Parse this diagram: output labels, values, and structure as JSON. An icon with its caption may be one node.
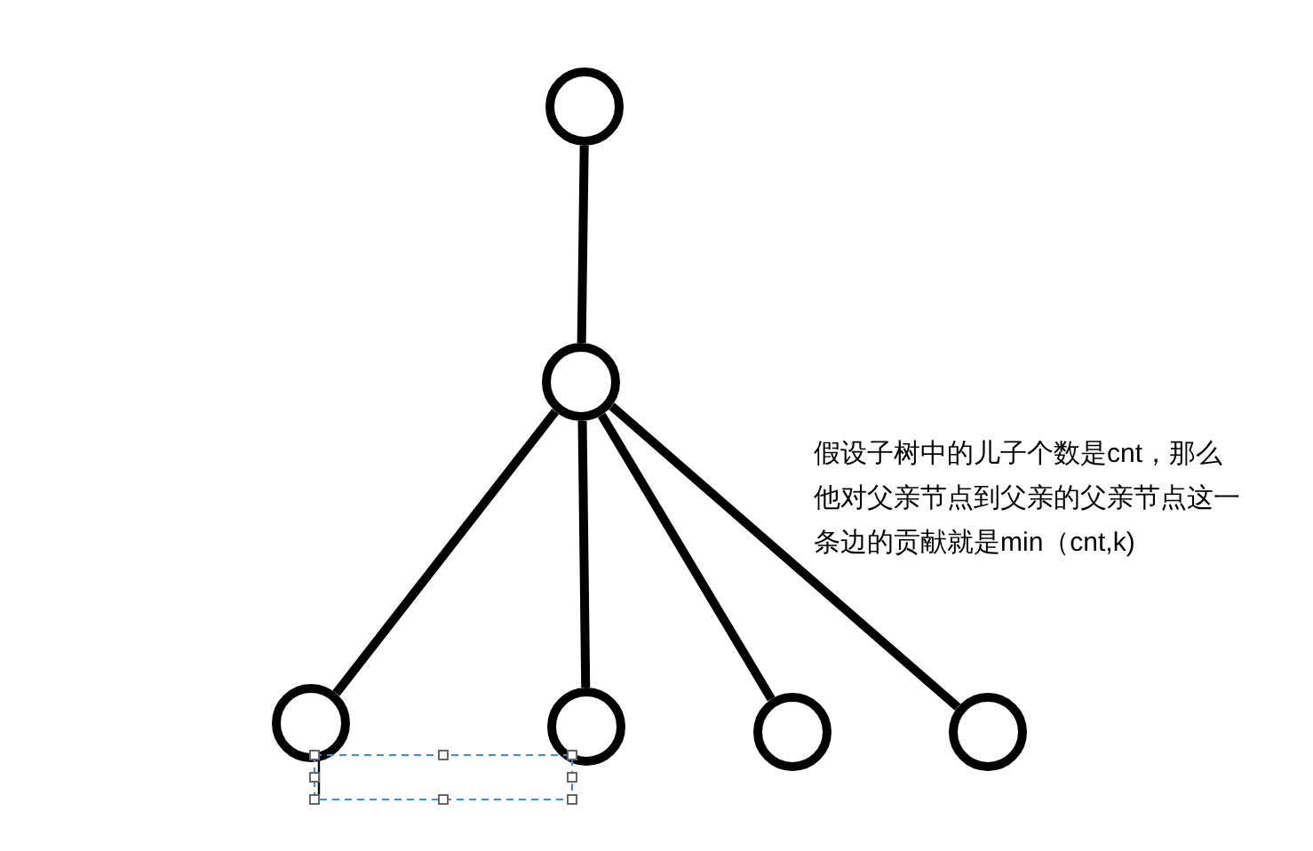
{
  "diagram": {
    "nodes": [
      {
        "text": [],
        "shape": "circle"
      },
      {
        "text": [],
        "shape": "circle"
      },
      {
        "text": [],
        "shape": "circle"
      },
      {
        "text": [],
        "shape": "circle"
      },
      {
        "text": [],
        "shape": "circle"
      },
      {
        "text": [],
        "shape": "circle"
      }
    ],
    "edges": [
      {
        "from": 0,
        "to": 1,
        "arrow": "none"
      },
      {
        "from": 1,
        "to": 2,
        "arrow": "none"
      },
      {
        "from": 1,
        "to": 3,
        "arrow": "none"
      },
      {
        "from": 1,
        "to": 4,
        "arrow": "none"
      },
      {
        "from": 1,
        "to": 5,
        "arrow": "none"
      }
    ],
    "labels": [
      "假设子树中的儿子个数是cnt，那么他对父亲节点到父亲的父亲节点这一条边的贡献就是min（cnt,k)"
    ]
  }
}
